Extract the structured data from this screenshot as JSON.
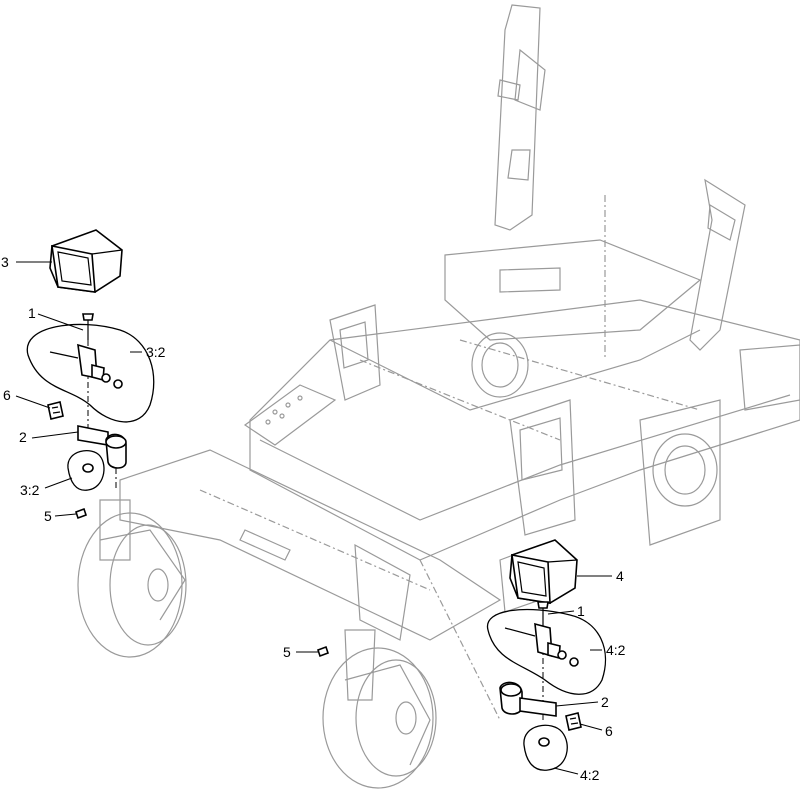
{
  "callouts": [
    {
      "id": "c3-top",
      "text": "3"
    },
    {
      "id": "c1-left",
      "text": "1"
    },
    {
      "id": "c32-upper",
      "text": "3:2"
    },
    {
      "id": "c6-left",
      "text": "6"
    },
    {
      "id": "c2-left",
      "text": "2"
    },
    {
      "id": "c32-lower",
      "text": "3:2"
    },
    {
      "id": "c5-left",
      "text": "5"
    },
    {
      "id": "c4-right",
      "text": "4"
    },
    {
      "id": "c1-right",
      "text": "1"
    },
    {
      "id": "c42-upper",
      "text": "4:2"
    },
    {
      "id": "c5-mid",
      "text": "5"
    },
    {
      "id": "c2-right",
      "text": "2"
    },
    {
      "id": "c6-right",
      "text": "6"
    },
    {
      "id": "c42-lower",
      "text": "4:2"
    }
  ]
}
